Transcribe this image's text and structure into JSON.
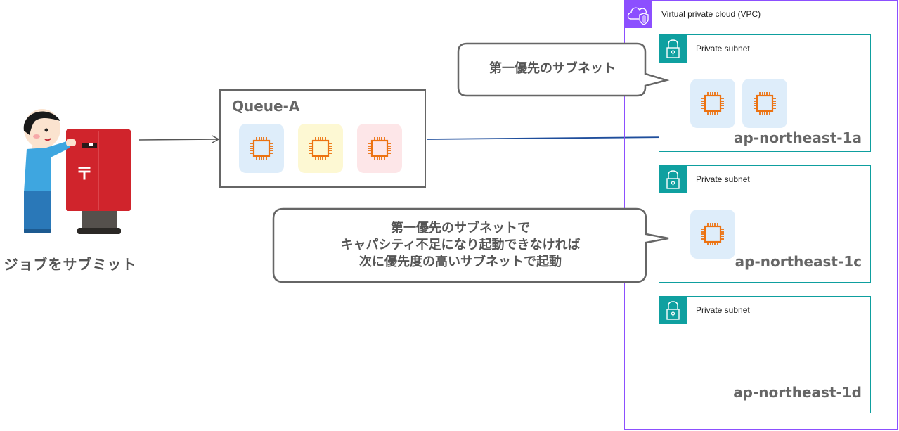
{
  "submitter": {
    "label": "ジョブをサブミット",
    "illustration": "person-posting-letter-into-mailbox"
  },
  "queue": {
    "title": "Queue-A",
    "instances": [
      {
        "icon": "ec2-instance-icon",
        "tile_color": "#deedfa"
      },
      {
        "icon": "ec2-instance-icon",
        "tile_color": "#fdf8d3"
      },
      {
        "icon": "ec2-instance-icon",
        "tile_color": "#fde6e8"
      }
    ]
  },
  "vpc": {
    "label": "Virtual private cloud (VPC)",
    "icon": "vpc-cloud-shield-icon",
    "border_color": "#8c4fff",
    "subnets": [
      {
        "label": "Private subnet",
        "az": "ap-northeast-1a",
        "instance_count": 2
      },
      {
        "label": "Private subnet",
        "az": "ap-northeast-1c",
        "instance_count": 1
      },
      {
        "label": "Private subnet",
        "az": "ap-northeast-1d",
        "instance_count": 0
      }
    ],
    "subnet_color": "#0fa0a0"
  },
  "callouts": {
    "first": "第一優先のサブネット",
    "second_lines": [
      "第一優先のサブネットで",
      "キャパシティ不足になり起動できなければ",
      "次に優先度の高いサブネットで起動"
    ]
  },
  "colors": {
    "chip_orange": "#ec7211",
    "arrow_blue": "#1f4e9c",
    "arrow_gray": "#555555"
  }
}
